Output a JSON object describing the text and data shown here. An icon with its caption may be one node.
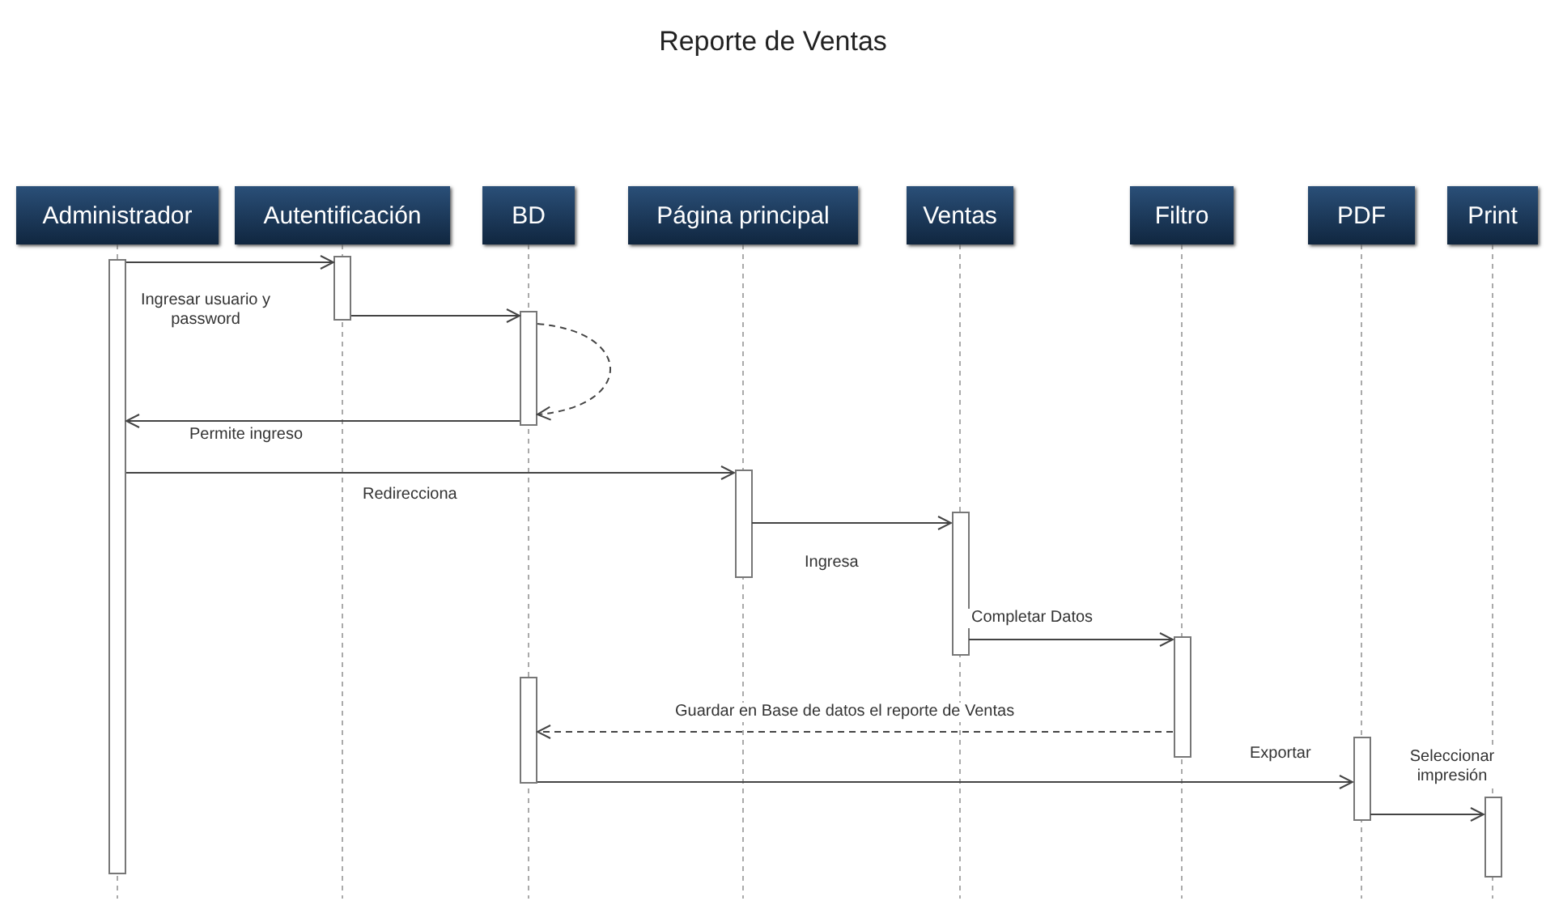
{
  "diagram": {
    "title": "Reporte de Ventas",
    "nodes": [
      {
        "text": [
          "Administrador"
        ]
      },
      {
        "text": [
          "Autentificación"
        ]
      },
      {
        "text": [
          "BD"
        ]
      },
      {
        "text": [
          "Página principal"
        ]
      },
      {
        "text": [
          "Ventas"
        ]
      },
      {
        "text": [
          "Filtro"
        ]
      },
      {
        "text": [
          "PDF"
        ]
      },
      {
        "text": [
          "Print"
        ]
      },
      {
        "text": [],
        "shape": "bar"
      },
      {
        "text": [],
        "shape": "bar"
      },
      {
        "text": [],
        "shape": "bar"
      },
      {
        "text": [],
        "shape": "bar"
      },
      {
        "text": [],
        "shape": "bar"
      },
      {
        "text": [],
        "shape": "bar"
      },
      {
        "text": [],
        "shape": "bar"
      },
      {
        "text": [],
        "shape": "bar"
      },
      {
        "text": [],
        "shape": "bar"
      }
    ],
    "edges": [
      {
        "from": 8,
        "to": 9,
        "arrow": "to",
        "label": "Ingresar usuario y password"
      },
      {
        "from": 9,
        "to": 10,
        "arrow": "to"
      },
      {
        "from": 10,
        "to": 10,
        "arrow": "to",
        "style": "dashed"
      },
      {
        "from": 10,
        "to": 8,
        "arrow": "to",
        "label": "Permite ingreso"
      },
      {
        "from": 8,
        "to": 11,
        "arrow": "to",
        "label": "Redirecciona"
      },
      {
        "from": 11,
        "to": 12,
        "arrow": "to",
        "label": "Ingresa"
      },
      {
        "from": 12,
        "to": 13,
        "arrow": "to",
        "label": "Completar Datos"
      },
      {
        "from": 13,
        "to": 14,
        "arrow": "to",
        "style": "dashed",
        "label": "Guardar en Base de datos el reporte de Ventas"
      },
      {
        "from": 14,
        "to": 15,
        "arrow": "to",
        "label": "Exportar"
      },
      {
        "from": 15,
        "to": 16,
        "arrow": "to",
        "label": "Seleccionar impresión"
      }
    ]
  }
}
